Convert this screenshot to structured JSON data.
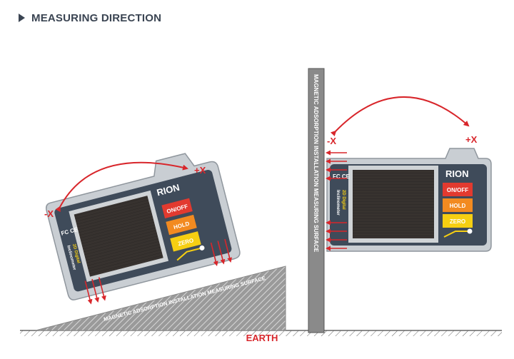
{
  "header": {
    "title": "MEASURING DIRECTION"
  },
  "labels": {
    "earth": "EARTH",
    "incline_surface": "MAGNETIC ADSORPTION INSTALLATION MEASURING SURFACE",
    "vertical_surface": "MAGNETIC ADSORPTION INSTALLATION MEASURING SURFACE",
    "left_minus_x": "-X",
    "left_plus_x": "+X",
    "right_minus_x": "-X",
    "right_plus_x": "+X"
  },
  "device": {
    "brand": "RION",
    "buttons": {
      "power": "ON/OFF",
      "hold": "HOLD",
      "zero": "ZERO"
    },
    "side_text_line1": "2D Digital",
    "side_text_line2": "Inclinometer",
    "certifications": "FC CE"
  },
  "colors": {
    "arrow_red": "#d8262b",
    "device_body": "#c9ced3",
    "device_panel": "#3f4b5a",
    "button_onoff": "#e23a2f",
    "button_hold": "#f28a20",
    "button_zero": "#f6cf12",
    "ground": "#777777"
  }
}
